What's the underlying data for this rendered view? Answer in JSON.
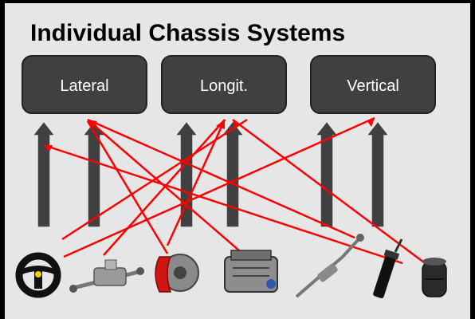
{
  "title": "Individual Chassis Systems",
  "boxes": [
    {
      "label": "Lateral"
    },
    {
      "label": "Longit."
    },
    {
      "label": "Vertical"
    }
  ],
  "components": [
    {
      "icon": "steering-wheel-icon"
    },
    {
      "icon": "steering-rack-icon"
    },
    {
      "icon": "brake-caliper-disc-icon"
    },
    {
      "icon": "engine-icon"
    },
    {
      "icon": "anti-roll-bar-icon"
    },
    {
      "icon": "shock-absorber-icon"
    },
    {
      "icon": "air-spring-icon"
    }
  ],
  "colors": {
    "background": "#e6e6e6",
    "box_fill": "#404040",
    "arrow_fill": "#404040",
    "connection_line": "#ff0000",
    "brake_red": "#d01515"
  }
}
